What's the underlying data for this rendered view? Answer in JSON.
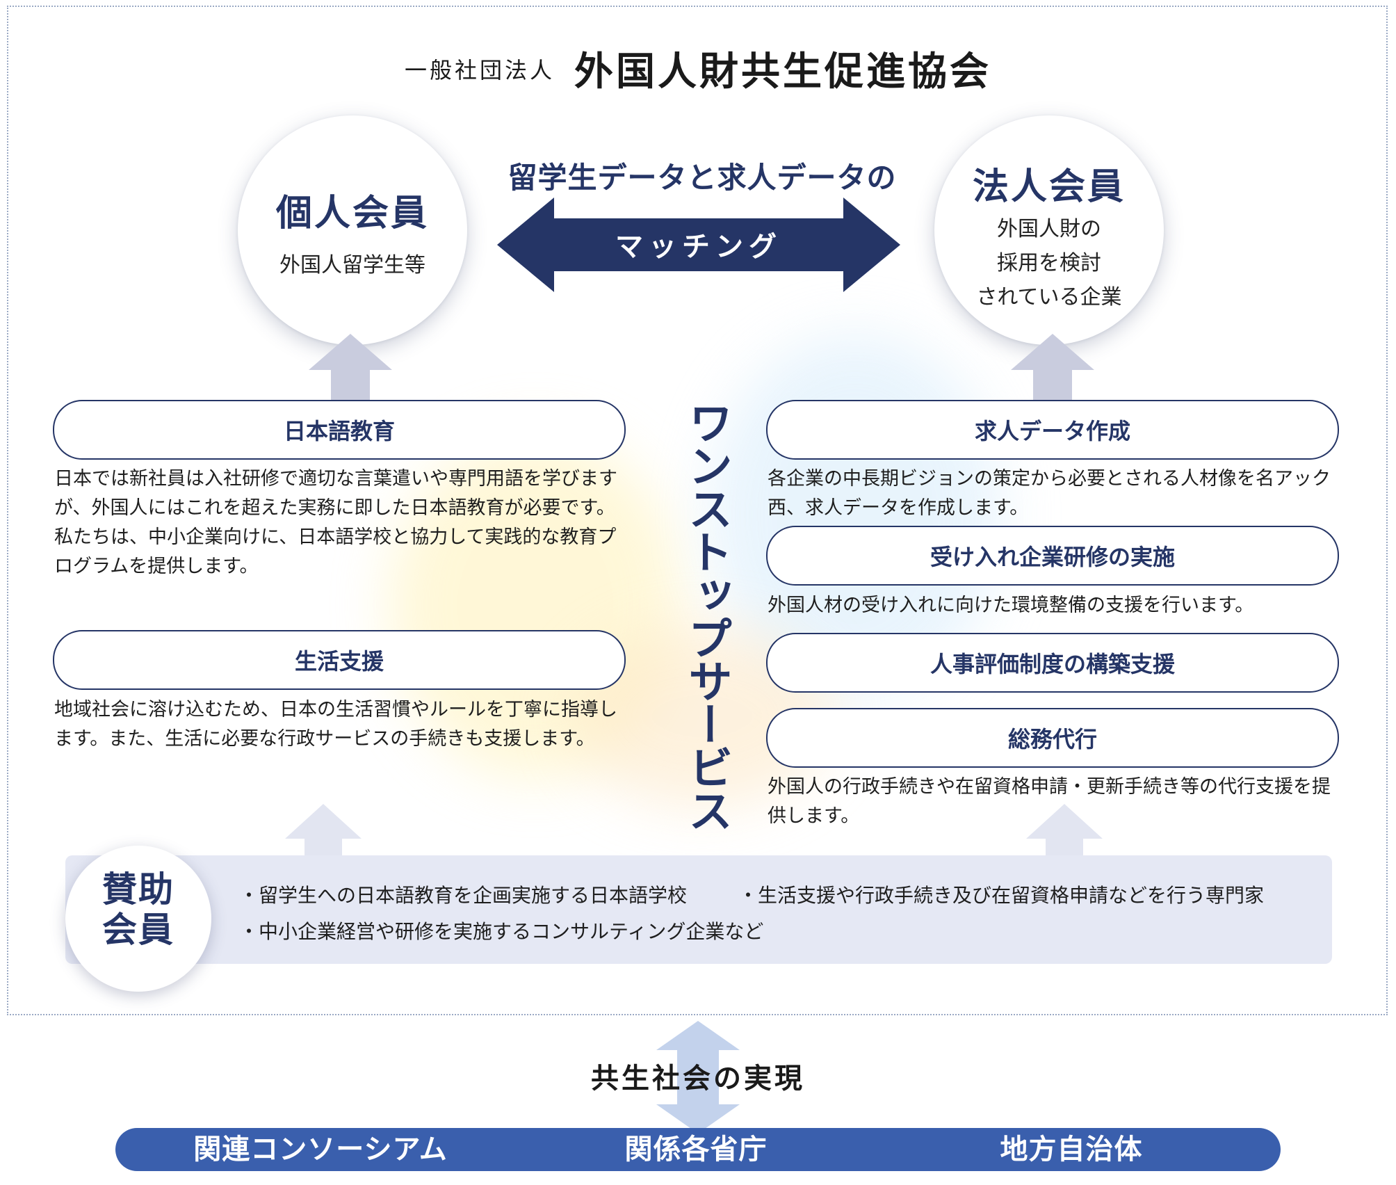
{
  "title": {
    "prefix": "一般社団法人",
    "main": "外国人財共生促進協会"
  },
  "individual_member": {
    "title": "個人会員",
    "subtitle": "外国人留学生等"
  },
  "corporate_member": {
    "title": "法人会員",
    "lines": [
      "外国人財の",
      "採用を検討",
      "されている企業"
    ]
  },
  "matching": {
    "caption": "留学生データと求人データの",
    "label": "マッチング"
  },
  "one_stop": "ワンストップサービス",
  "left_services": [
    {
      "title": "日本語教育",
      "desc": "日本では新社員は入社研修で適切な言葉遣いや専門用語を学びますが、外国人にはこれを超えた実務に即した日本語教育が必要です。私たちは、中小企業向けに、日本語学校と協力して実践的な教育プログラムを提供します。"
    },
    {
      "title": "生活支援",
      "desc": "地域社会に溶け込むため、日本の生活習慣やルールを丁寧に指導します。また、生活に必要な行政サービスの手続きも支援します。"
    }
  ],
  "right_services": [
    {
      "title": "求人データ作成",
      "desc": "各企業の中長期ビジョンの策定から必要とされる人材像を名アック西、求人データを作成します。"
    },
    {
      "title": "受け入れ企業研修の実施",
      "desc": "外国人材の受け入れに向けた環境整備の支援を行います。"
    },
    {
      "title": "人事評価制度の構築支援",
      "desc": ""
    },
    {
      "title": "総務代行",
      "desc": "外国人の行政手続きや在留資格申請・更新手続き等の代行支援を提供します。"
    }
  ],
  "sponsor": {
    "title_line1": "賛助",
    "title_line2": "会員",
    "items": [
      "・留学生への日本語教育を企画実施する日本語学校",
      "・生活支援や行政手続き及び在留資格申請などを行う専門家",
      "・中小企業経営や研修を実施するコンサルティング企業など"
    ]
  },
  "society": "共生社会の実現",
  "partners": [
    "関連コンソーシアム",
    "関係各省庁",
    "地方自治体"
  ],
  "colors": {
    "navy": "#253566",
    "arrow_gray": "#c9ccde",
    "sponsor_band": "#e5e8f4",
    "bottom_bar": "#3a5fad",
    "link_arrow": "#c3d2ec"
  }
}
